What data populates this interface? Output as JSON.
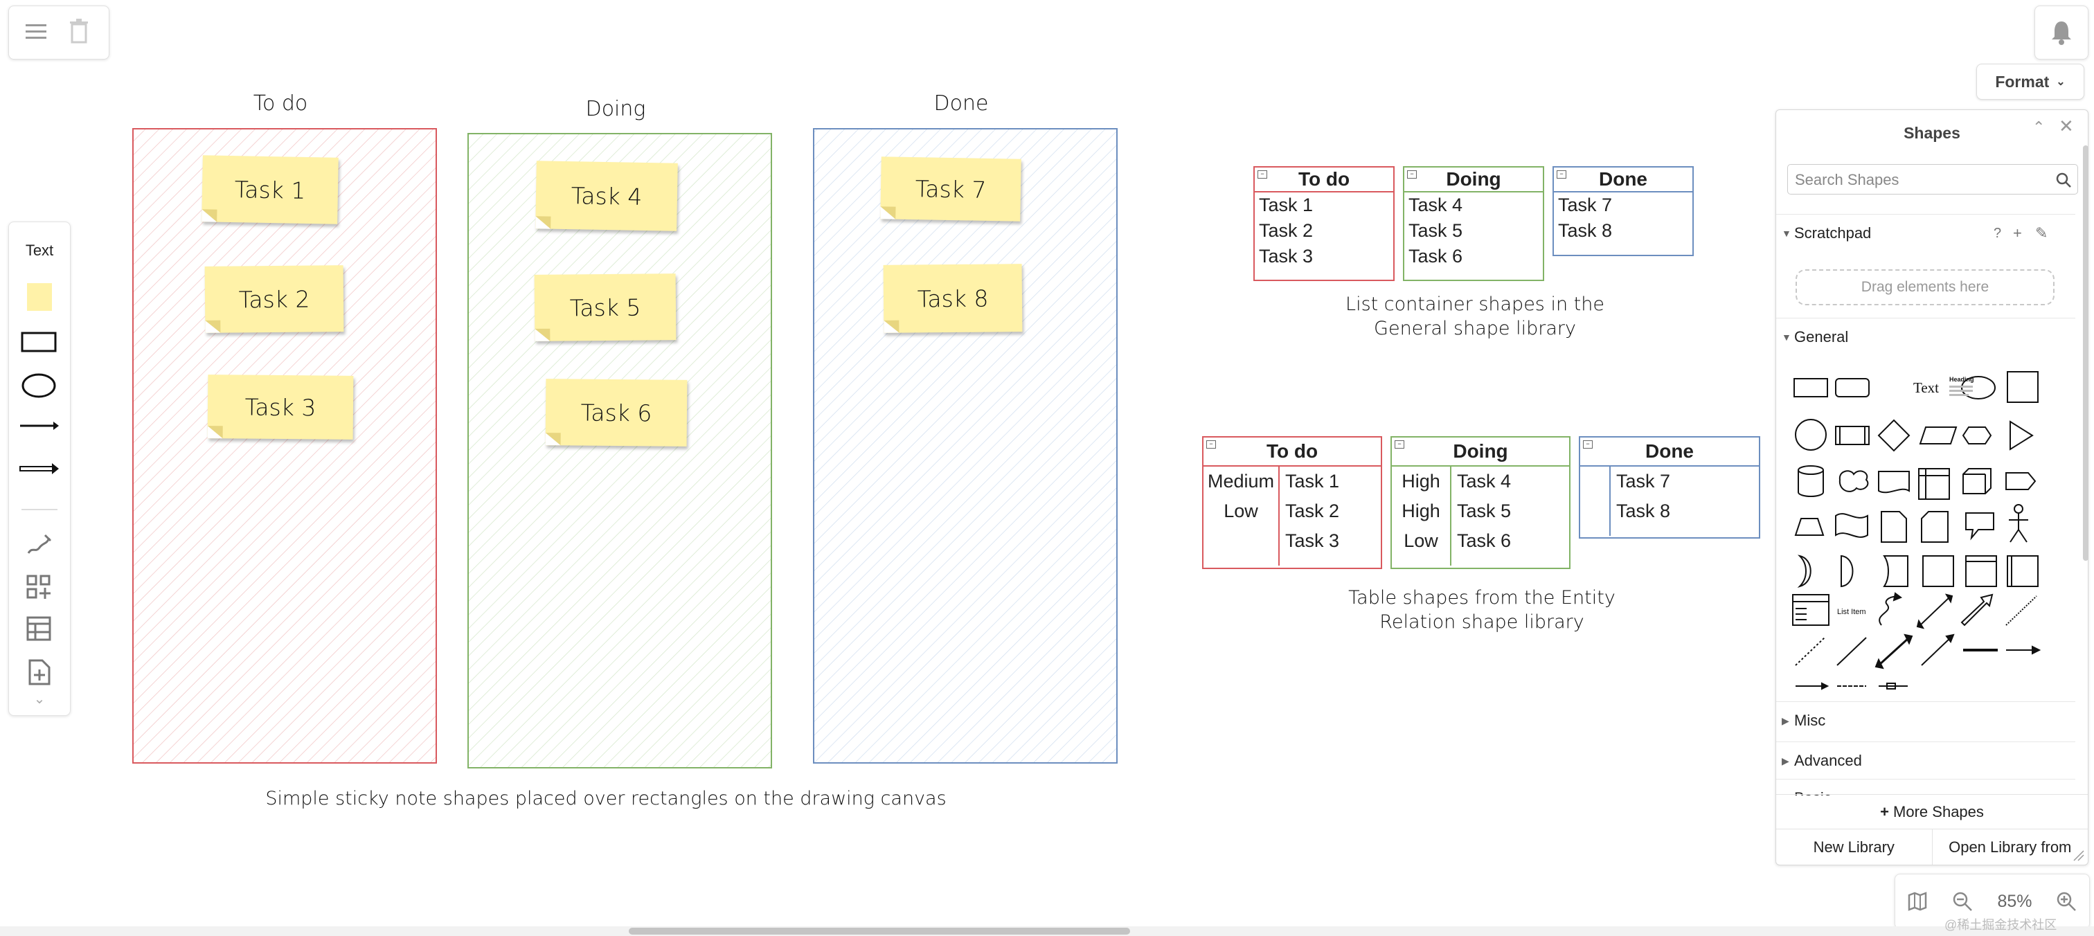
{
  "toolbar": {
    "menu_icon": "menu-icon",
    "trash_icon": "trash-icon",
    "bell_icon": "bell-icon"
  },
  "format_button": {
    "label": "Format"
  },
  "left_tools": {
    "text_label": "Text",
    "items": [
      "sticky-note-icon",
      "rectangle-icon",
      "ellipse-icon",
      "line-icon",
      "arrow-icon",
      "freehand-icon",
      "add-shapes-icon",
      "table-icon",
      "insert-page-icon",
      "chevron-down-icon"
    ]
  },
  "kanban": {
    "columns": [
      {
        "title": "To do",
        "tasks": [
          "Task 1",
          "Task 2",
          "Task 3"
        ],
        "color": "#d9595e"
      },
      {
        "title": "Doing",
        "tasks": [
          "Task 4",
          "Task 5",
          "Task 6"
        ],
        "color": "#82b366"
      },
      {
        "title": "Done",
        "tasks": [
          "Task 7",
          "Task 8"
        ],
        "color": "#6c8ebf"
      }
    ],
    "caption": "Simple sticky note shapes placed over rectangles on the drawing canvas"
  },
  "list_containers": {
    "columns": [
      {
        "title": "To do",
        "items": [
          "Task 1",
          "Task 2",
          "Task 3"
        ]
      },
      {
        "title": "Doing",
        "items": [
          "Task 4",
          "Task 5",
          "Task 6"
        ]
      },
      {
        "title": "Done",
        "items": [
          "Task 7",
          "Task 8"
        ]
      }
    ],
    "caption_line1": "List container shapes in the",
    "caption_line2": "General shape library"
  },
  "tables": {
    "todo": {
      "title": "To do",
      "rows": [
        [
          "Medium",
          "Task 1"
        ],
        [
          "Low",
          "Task 2"
        ],
        [
          "",
          "Task 3"
        ]
      ]
    },
    "doing": {
      "title": "Doing",
      "rows": [
        [
          "High",
          "Task 4"
        ],
        [
          "High",
          "Task 5"
        ],
        [
          "Low",
          "Task 6"
        ]
      ]
    },
    "done": {
      "title": "Done",
      "rows": [
        [
          "",
          "Task 7"
        ],
        [
          "",
          "Task 8"
        ]
      ]
    },
    "caption_line1": "Table shapes from the Entity",
    "caption_line2": "Relation shape library"
  },
  "shapes_panel": {
    "title": "Shapes",
    "search_placeholder": "Search Shapes",
    "scratchpad": "Scratchpad",
    "scratchpad_help": "?",
    "drag_here": "Drag elements here",
    "general": "General",
    "text_shape": "Text",
    "heading_shape": "Heading",
    "list_item_shape": "List Item",
    "sections": [
      "Misc",
      "Advanced",
      "Basic"
    ],
    "more_shapes": "More Shapes",
    "new_library": "New Library",
    "open_library": "Open Library from"
  },
  "zoom": {
    "level": "85%"
  },
  "watermark": "@稀土掘金技术社区"
}
